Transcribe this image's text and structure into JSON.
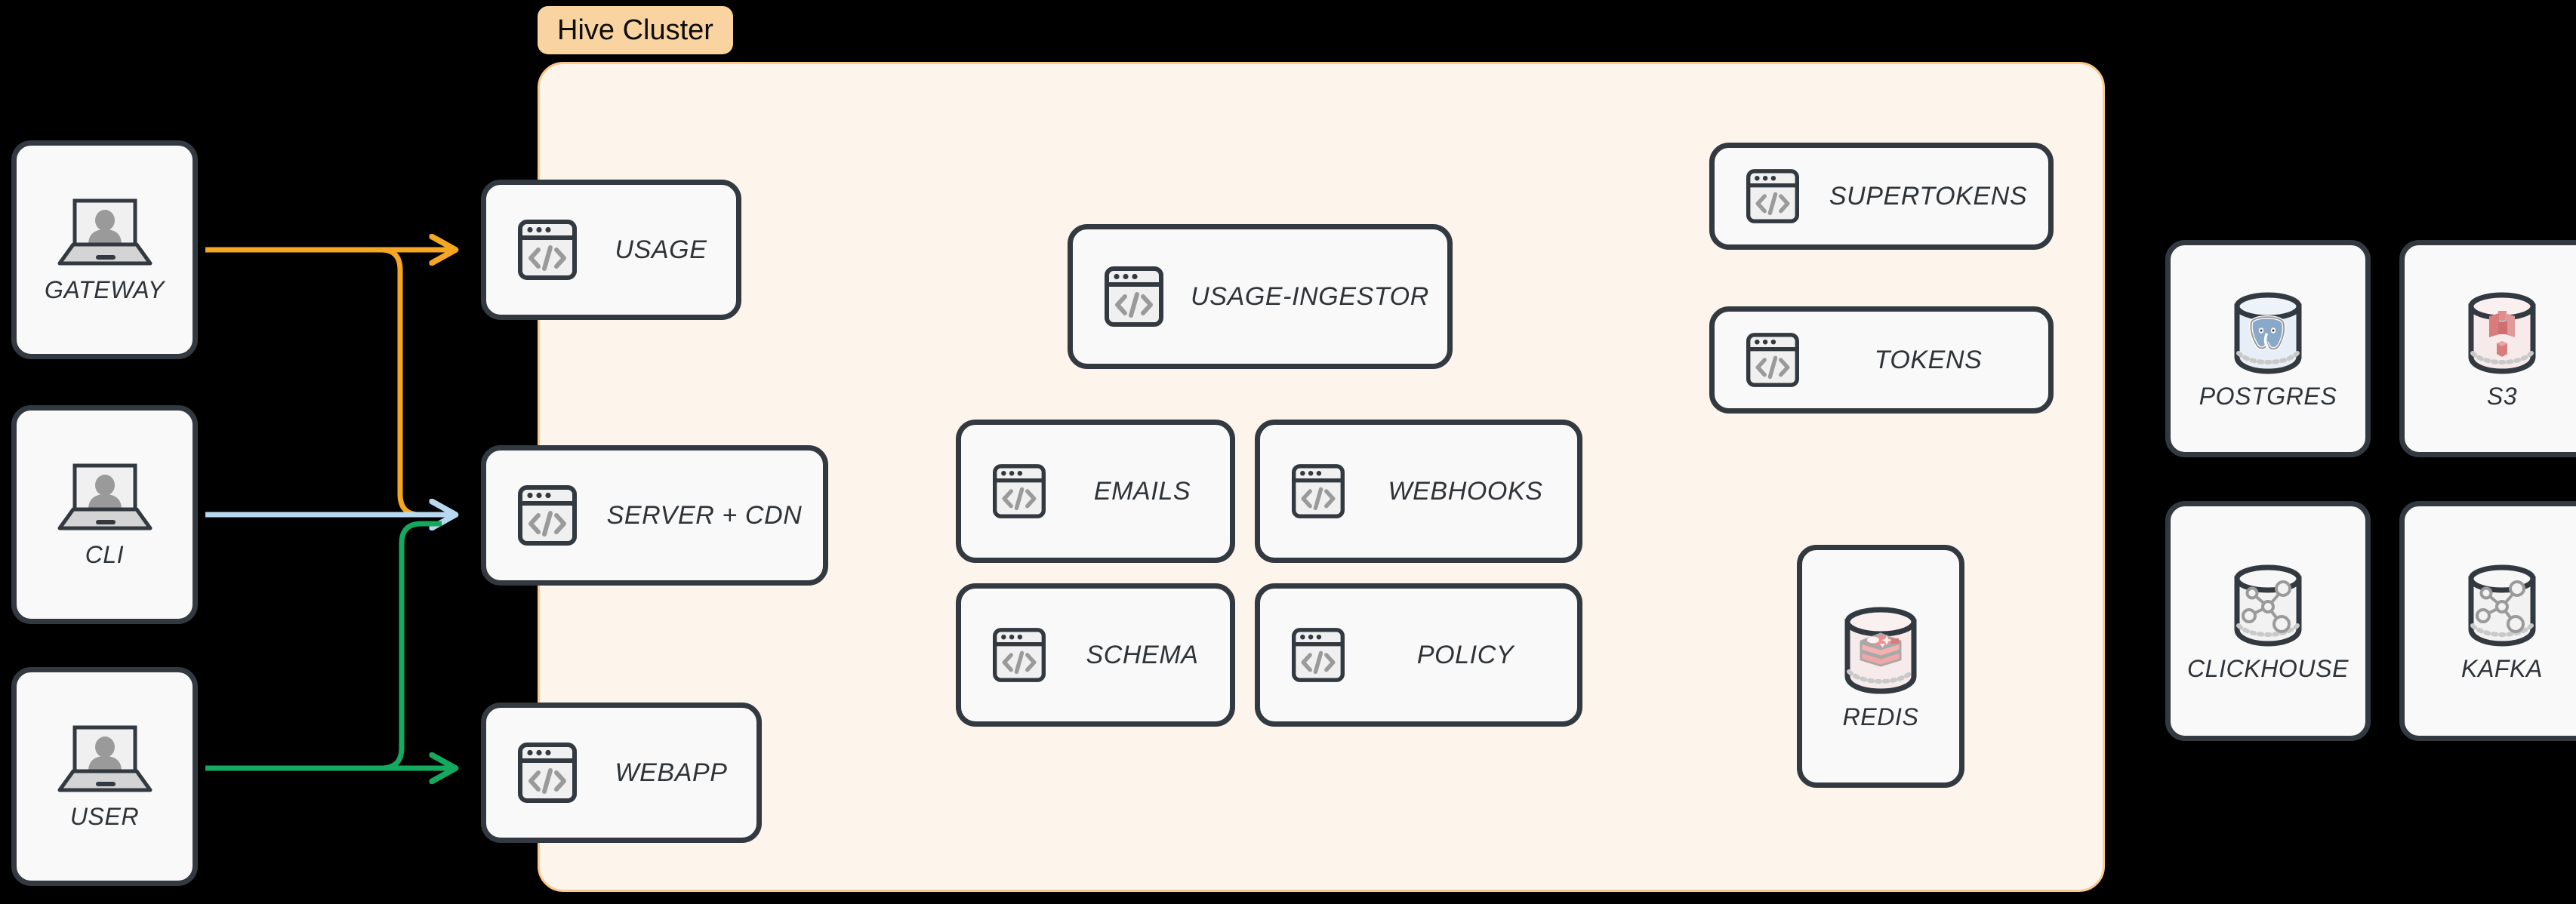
{
  "cluster": {
    "badge_label": "Hive Cluster",
    "panel_color": "#fdf4ec",
    "badge_color": "#fad4a0",
    "border_color": "#f9c98b"
  },
  "clients": [
    {
      "id": "gateway",
      "label": "GATEWAY",
      "icon": "laptop-user-icon"
    },
    {
      "id": "cli",
      "label": "CLI",
      "icon": "laptop-user-icon"
    },
    {
      "id": "user",
      "label": "USER",
      "icon": "laptop-user-icon"
    }
  ],
  "edge_services": [
    {
      "id": "usage",
      "label": "USAGE",
      "icon": "code-window-icon"
    },
    {
      "id": "server-cdn",
      "label": "SERVER + CDN",
      "icon": "code-window-icon"
    },
    {
      "id": "webapp",
      "label": "WEBAPP",
      "icon": "code-window-icon"
    }
  ],
  "core_services": [
    {
      "id": "usage-ingestor",
      "label": "USAGE-INGESTOR",
      "icon": "code-window-icon"
    },
    {
      "id": "emails",
      "label": "EMAILS",
      "icon": "code-window-icon"
    },
    {
      "id": "webhooks",
      "label": "WEBHOOKS",
      "icon": "code-window-icon"
    },
    {
      "id": "schema",
      "label": "SCHEMA",
      "icon": "code-window-icon"
    },
    {
      "id": "policy",
      "label": "POLICY",
      "icon": "code-window-icon"
    }
  ],
  "auth_services": [
    {
      "id": "supertokens",
      "label": "SUPERTOKENS",
      "icon": "code-window-icon"
    },
    {
      "id": "tokens",
      "label": "TOKENS",
      "icon": "code-window-icon"
    }
  ],
  "cluster_stores": [
    {
      "id": "redis",
      "label": "REDIS",
      "icon": "redis-database-icon"
    }
  ],
  "external_stores": [
    {
      "id": "postgres",
      "label": "POSTGRES",
      "icon": "postgres-database-icon"
    },
    {
      "id": "s3",
      "label": "S3",
      "icon": "s3-bucket-icon"
    },
    {
      "id": "clickhouse",
      "label": "CLICKHOUSE",
      "icon": "graph-database-icon"
    },
    {
      "id": "kafka",
      "label": "KAFKA",
      "icon": "graph-database-icon"
    }
  ],
  "connections": [
    {
      "id": "gateway-usage",
      "from": "GATEWAY",
      "to": "USAGE",
      "color": "#f5a623"
    },
    {
      "id": "gateway-server",
      "from": "GATEWAY",
      "to": "SERVER + CDN",
      "color": "#f5a623"
    },
    {
      "id": "cli-server",
      "from": "CLI",
      "to": "SERVER + CDN",
      "color": "#b8d8f0"
    },
    {
      "id": "user-server",
      "from": "USER",
      "to": "SERVER + CDN",
      "color": "#15a85f"
    },
    {
      "id": "user-webapp",
      "from": "USER",
      "to": "WEBAPP",
      "color": "#15a85f"
    }
  ],
  "colors": {
    "background": "#000000",
    "card_fill": "#f9f9f9",
    "card_border": "#333940",
    "icon_gray": "#9a9a9a",
    "orange": "#f5a623",
    "blue": "#b8d8f0",
    "green": "#15a85f"
  }
}
